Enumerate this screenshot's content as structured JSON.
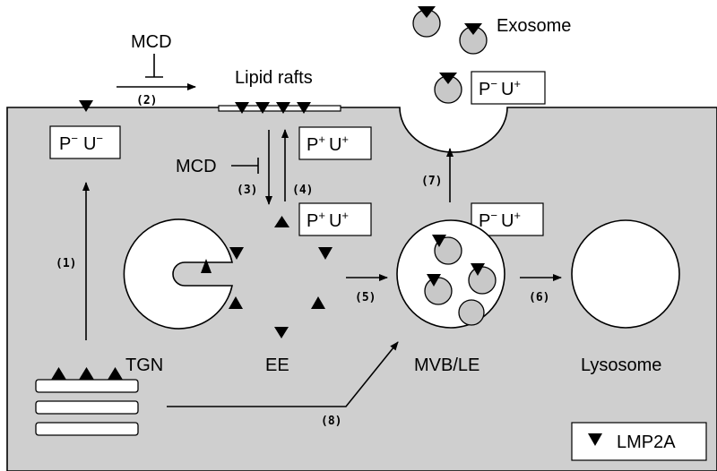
{
  "labels": {
    "mcd_top": "MCD",
    "lipid_rafts": "Lipid rafts",
    "exosome": "Exosome",
    "mcd_mid": "MCD",
    "tgn": "TGN",
    "ee": "EE",
    "mvb_le": "MVB/LE",
    "lysosome": "Lysosome",
    "legend_label": "LMP2A"
  },
  "steps": [
    "(1)",
    "(2)",
    "(3)",
    "(4)",
    "(5)",
    "(6)",
    "(7)",
    "(8)"
  ],
  "state_boxes": {
    "membrane_left": {
      "p": "P",
      "p_sign": "−",
      "u": "U",
      "u_sign": "−"
    },
    "raft_right": {
      "p": "P",
      "p_sign": "+",
      "u": "U",
      "u_sign": "+"
    },
    "ee_top": {
      "p": "P",
      "p_sign": "+",
      "u": "U",
      "u_sign": "+"
    },
    "mvb_top": {
      "p": "P",
      "p_sign": "−",
      "u": "U",
      "u_sign": "+"
    },
    "exosome_box": {
      "p": "P",
      "p_sign": "−",
      "u": "U",
      "u_sign": "+"
    }
  },
  "colors": {
    "cytoplasm": "#cfcfcf",
    "vesicle": "#c8c8c8",
    "marker": "#000000"
  }
}
